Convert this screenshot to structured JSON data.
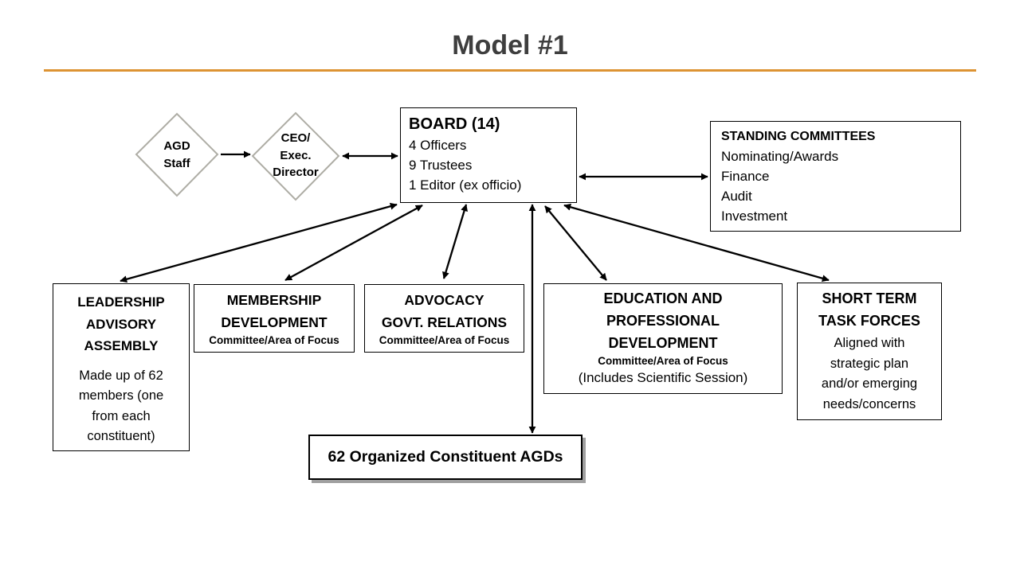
{
  "slide": {
    "title": "Model #1"
  },
  "colors": {
    "accent_rule": "#dd9333",
    "title_text": "#3e3e3e",
    "diamond_border": "#aeada5",
    "connector": "#000000",
    "box_border": "#000000",
    "shadow": "#a0a0a0"
  },
  "nodes": {
    "agd_staff": {
      "label": "AGD\nStaff"
    },
    "ceo": {
      "label": "CEO/\nExec.\nDirector"
    },
    "board": {
      "title": "BOARD (14)",
      "items": [
        "4 Officers",
        "9 Trustees",
        "1 Editor (ex officio)"
      ]
    },
    "standing_committees": {
      "title": "STANDING COMMITTEES",
      "items": [
        "Nominating/Awards",
        "Finance",
        "Audit",
        "Investment"
      ]
    },
    "leadership_assembly": {
      "title": "LEADERSHIP\nADVISORY\nASSEMBLY",
      "body": "Made up of 62\nmembers (one\nfrom each\nconstituent)"
    },
    "membership_development": {
      "title": "MEMBERSHIP\nDEVELOPMENT",
      "subtitle": "Committee/Area of Focus"
    },
    "advocacy_govt_relations": {
      "title": "ADVOCACY\nGOVT. RELATIONS",
      "subtitle": "Committee/Area of Focus"
    },
    "education_professional_development": {
      "title": "EDUCATION AND\nPROFESSIONAL\nDEVELOPMENT",
      "subtitle": "Committee/Area of Focus",
      "note": "(Includes Scientific Session)"
    },
    "short_term_task_forces": {
      "title": "SHORT TERM\nTASK FORCES",
      "body": "Aligned with\nstrategic plan\nand/or emerging\nneeds/concerns"
    },
    "constituent_agds": {
      "label": "62 Organized Constituent AGDs"
    }
  }
}
